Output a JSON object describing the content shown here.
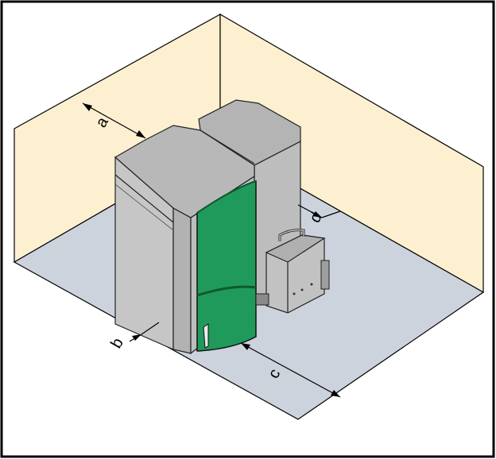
{
  "colors": {
    "frame": "#000000",
    "wall": "#fdf0d0",
    "floor": "#cdd3dd",
    "boiler_body": "#c4c4c4",
    "boiler_dark": "#a9a9a9",
    "boiler_top": "#b8b8b8",
    "door_green": "#1f9a5a",
    "door_green_dark": "#137a44"
  },
  "dimensions": {
    "a": "a",
    "b": "b",
    "c": "c",
    "d": "d"
  }
}
